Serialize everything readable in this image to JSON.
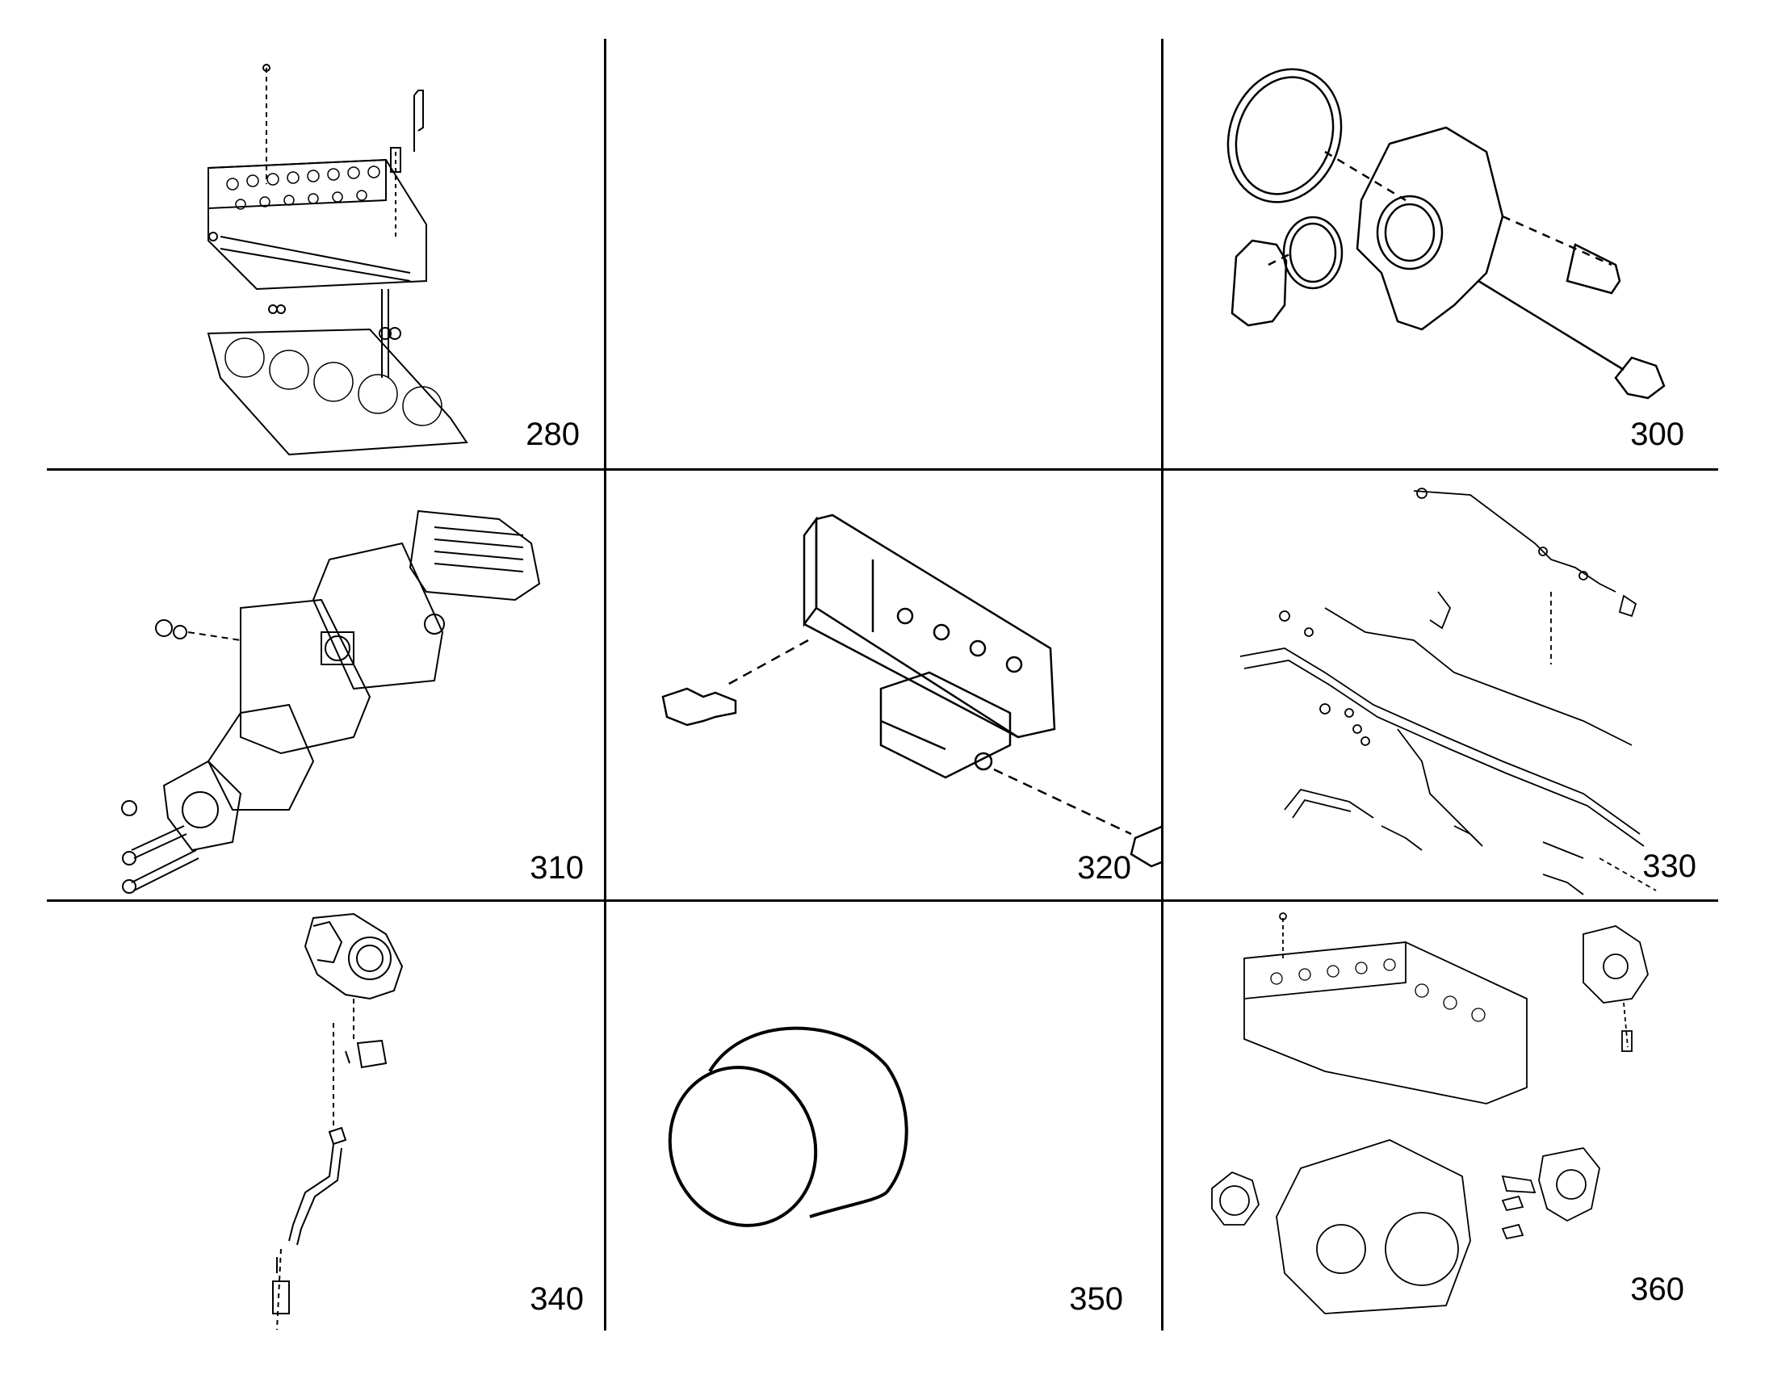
{
  "title": "",
  "cells": [
    {
      "id": "280",
      "label": "280",
      "icon": "cylinder-head-assembly-icon"
    },
    {
      "id": "empty",
      "label": "",
      "icon": ""
    },
    {
      "id": "300",
      "label": "300",
      "icon": "thermostat-housing-icon"
    },
    {
      "id": "310",
      "label": "310",
      "icon": "oil-cooler-assembly-icon"
    },
    {
      "id": "320",
      "label": "320",
      "icon": "mounting-bracket-icon"
    },
    {
      "id": "330",
      "label": "330",
      "icon": "fuel-lines-icon"
    },
    {
      "id": "340",
      "label": "340",
      "icon": "turbocharger-oil-line-icon"
    },
    {
      "id": "350",
      "label": "350",
      "icon": "cylindrical-filter-icon"
    },
    {
      "id": "360",
      "label": "360",
      "icon": "engine-block-components-icon"
    }
  ],
  "colors": {
    "line": "#000000",
    "background": "#ffffff"
  }
}
